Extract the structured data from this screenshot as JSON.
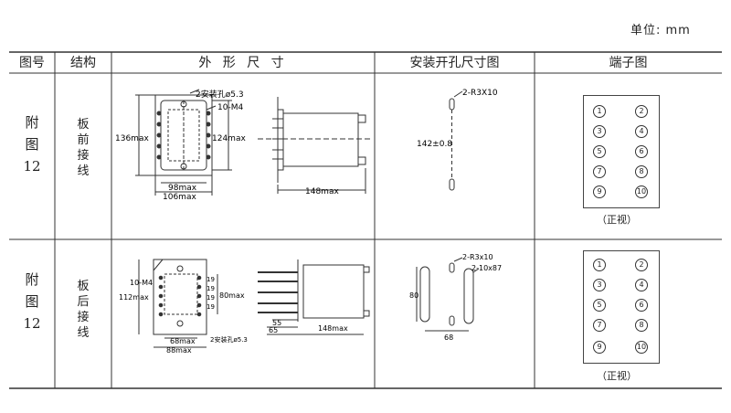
{
  "unit_label": "单位: mm",
  "headers": {
    "fig_no": "图号",
    "structure": "结构",
    "outline": "外 形 尺 寸",
    "cutout": "安装开孔尺寸图",
    "terminal": "端子图"
  },
  "rows": [
    {
      "fig_no": "附\n图\n12",
      "structure": "板\n前\n接\n线",
      "outline": {
        "hole_label": "2安装孔ø5.3",
        "screw_label": "10-M4",
        "height_label": "136max",
        "height2_label": "124max",
        "width1_label": "98max",
        "width2_label": "106max",
        "depth_label": "148max"
      },
      "cutout": {
        "slot_label": "2-R3X10",
        "spacing_label": "142±0.8"
      },
      "terminals": [
        "1",
        "2",
        "3",
        "4",
        "5",
        "6",
        "7",
        "8",
        "9",
        "10"
      ],
      "caption": "（正视）"
    },
    {
      "fig_no": "附\n图\n12",
      "structure": "板\n后\n接\n线",
      "outline": {
        "screw_label": "10-M4",
        "height_label": "112max",
        "height2_label": "80max",
        "width1_label": "68max",
        "width2_label": "88max",
        "hole_label": "2安装孔ø5.3",
        "pitch_labels": [
          "19",
          "19",
          "19",
          "19"
        ],
        "depth1_label": "55",
        "depth2_label": "65",
        "depth_label": "148max"
      },
      "cutout": {
        "slot1_label": "2-R3x10",
        "slot2_label": "2-10x87",
        "height_label": "80",
        "spacing_label": "68"
      },
      "terminals": [
        "1",
        "2",
        "3",
        "4",
        "5",
        "6",
        "7",
        "8",
        "9",
        "10"
      ],
      "caption": "（正视）"
    }
  ]
}
